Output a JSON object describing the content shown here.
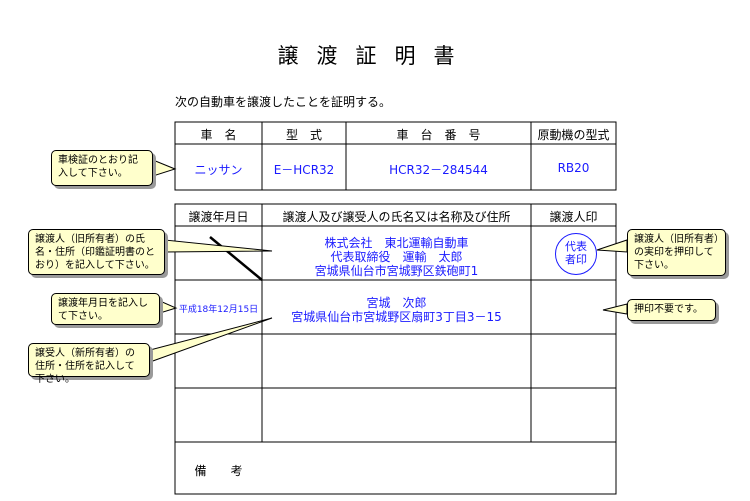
{
  "title": "譲渡証明書",
  "intro": "次の自動車を譲渡したことを証明する。",
  "vehicle_table": {
    "headers": {
      "name": "車　名",
      "model": "型　式",
      "chassis": "車　台　番　号",
      "engine": "原動機の型式"
    },
    "values": {
      "name": "ニッサン",
      "model": "E－HCR32",
      "chassis": "HCR32－284544",
      "engine": "RB20"
    }
  },
  "transfer_table": {
    "headers": {
      "date": "譲渡年月日",
      "parties": "譲渡人及び譲受人の氏名又は名称及び住所",
      "seal": "譲渡人印"
    },
    "transferor": {
      "line1": "株式会社　東北運輸自動車",
      "line2": "代表取締役　運輸　太郎",
      "line3": "宮城県仙台市宮城野区鉄砲町1"
    },
    "transferee_date": "平成18年12月15日",
    "transferee": {
      "line1": "宮城　次郎",
      "line2": "宮城県仙台市宮城野区扇町3丁目3－15"
    },
    "stamp": {
      "line1": "代表",
      "line2": "者印"
    },
    "remarks_label": "備　　考"
  },
  "callouts": {
    "c1": "車検証のとおり記入して下さい。",
    "c2": "譲渡人（旧所有者）の氏名・住所（印鑑証明書のとおり）を記入して下さい。",
    "c3": "譲渡年月日を記入して下さい。",
    "c4": "譲受人（新所有者）の住所・住所を記入して下さい。",
    "c5": "譲渡人（旧所有者）の実印を押印して下さい。",
    "c6": "押印不要です。"
  },
  "colors": {
    "fill_text": "#1a1aff",
    "callout_bg": "#ffffcc"
  }
}
